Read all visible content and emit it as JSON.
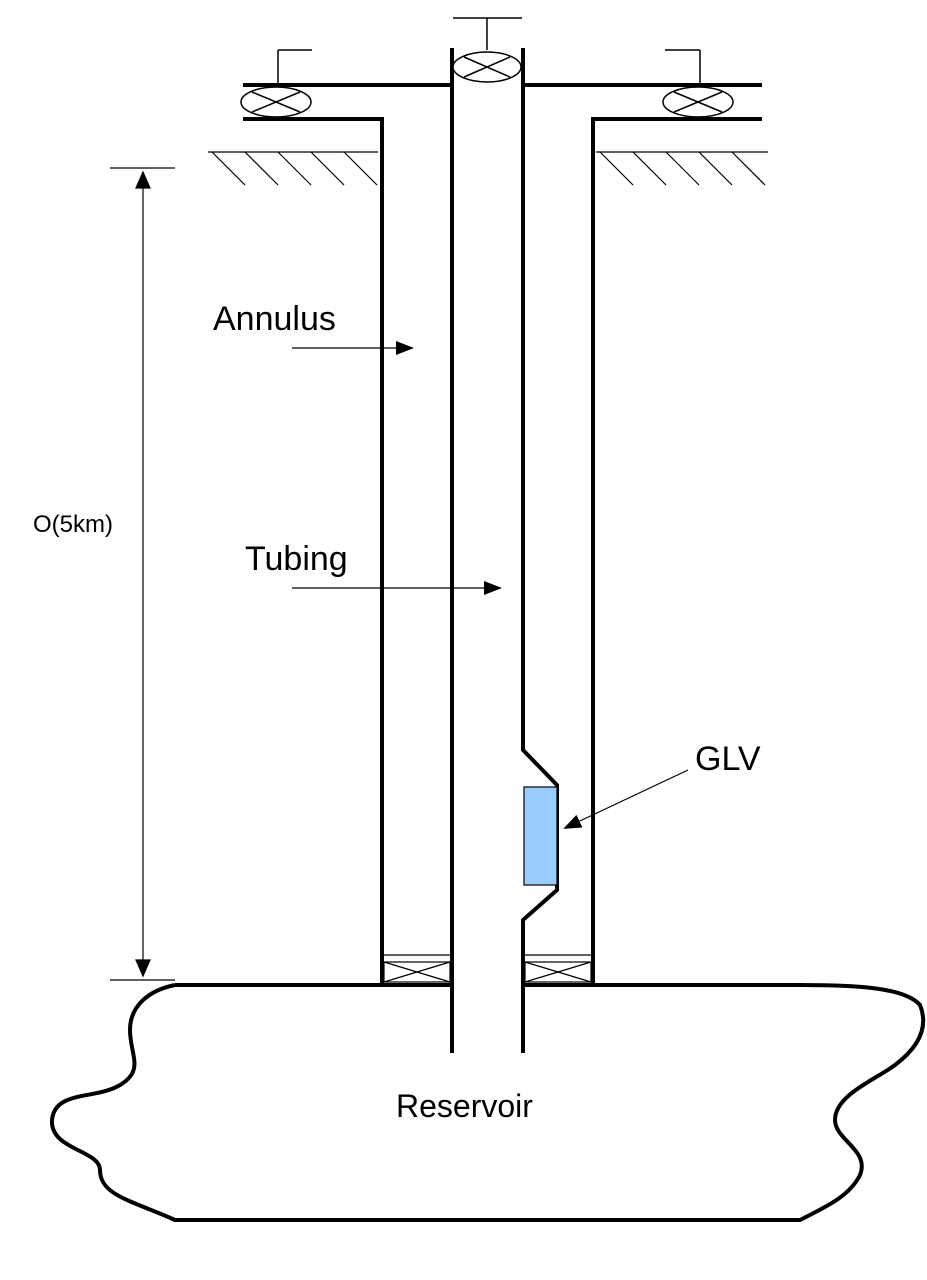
{
  "labels": {
    "annulus": "Annulus",
    "tubing": "Tubing",
    "glv": "GLV",
    "depth": "O(5km)",
    "reservoir": "Reservoir"
  },
  "colors": {
    "line": "#000000",
    "glv_fill": "#99ccff",
    "background": "#ffffff"
  },
  "icons": {
    "valves": [
      "left-wing-valve-icon",
      "master-valve-icon",
      "right-wing-valve-icon"
    ],
    "packers": [
      "left-packer-icon",
      "right-packer-icon"
    ]
  }
}
